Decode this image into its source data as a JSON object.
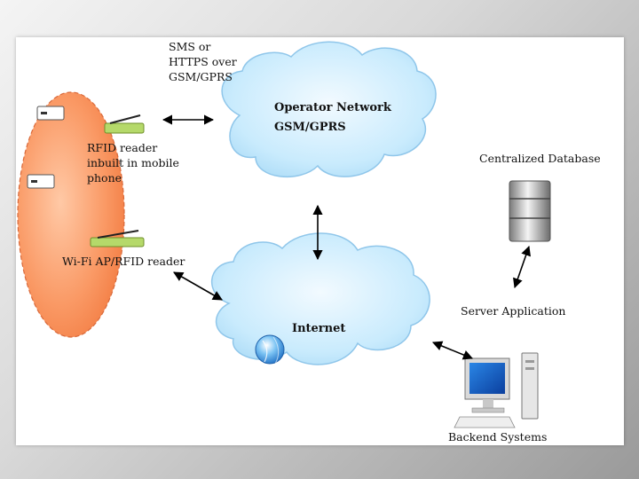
{
  "labels": {
    "sms_https": "SMS or HTTPS over GSM/GPRS",
    "operator_network": "Operator Network",
    "gsm_gprs": "GSM/GPRS",
    "rfid_reader_mobile": "RFID reader inbuilt in mobile phone",
    "wifi_ap_rfid": "Wi-Fi AP/RFID reader",
    "internet": "Internet",
    "centralized_database": "Centralized Database",
    "server_application": "Server Application",
    "backend_systems": "Backend Systems"
  },
  "colors": {
    "cloud_fill": "#bfe6fb",
    "cloud_stroke": "#8fc6ea",
    "ellipse_fill": "#f8935c",
    "reader_green": "#b5d96a"
  },
  "icons": [
    "rfid-card-icon",
    "rfid-reader-icon",
    "globe-icon",
    "database-icon",
    "computer-icon"
  ]
}
